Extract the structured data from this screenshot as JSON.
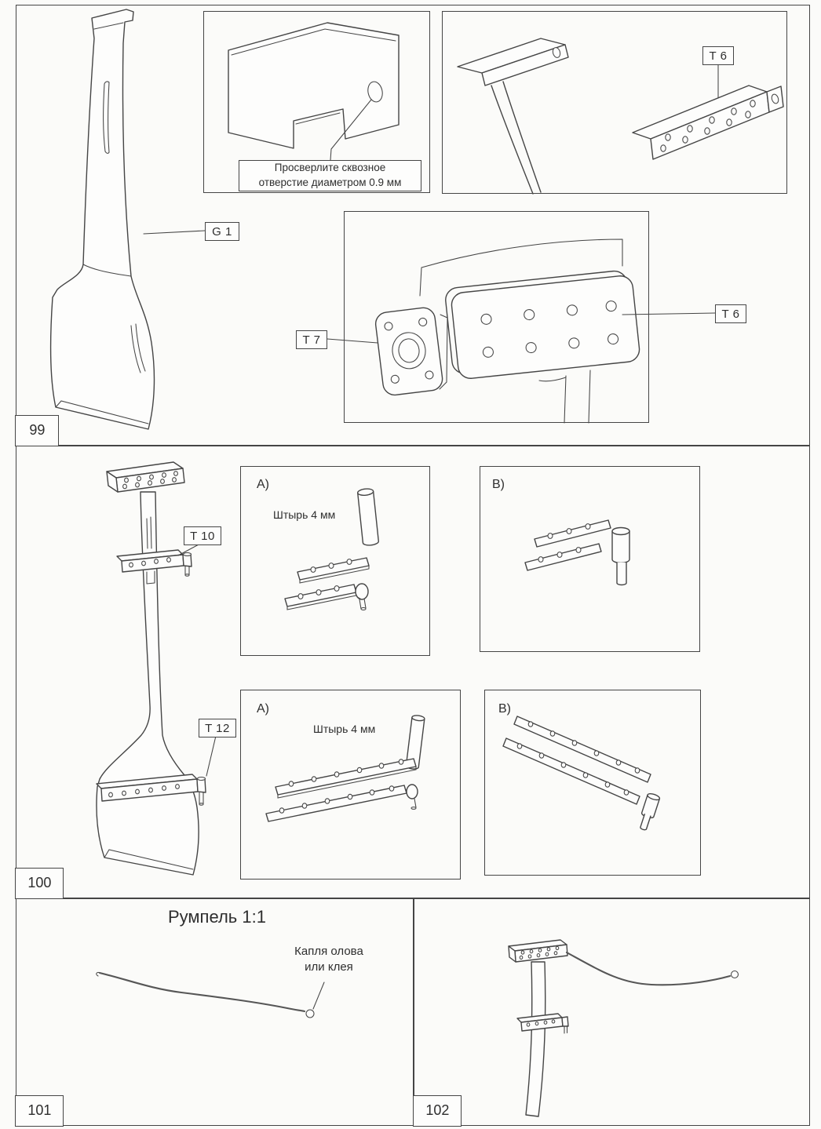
{
  "page": {
    "background": "#fbfbf9",
    "ink": "#454545"
  },
  "panel_99": {
    "number": "99",
    "label_g1": "G 1",
    "label_t6_upper": "T 6",
    "label_t7": "T 7",
    "label_t6_center": "T 6",
    "drill_callout": "Просверлите сквозное\nотверстие диаметром 0.9 мм"
  },
  "panel_100": {
    "number": "100",
    "label_t10": "T 10",
    "label_t12": "T 12",
    "detail_a_top": {
      "tag": "A)",
      "pin_note": "Штырь  4 мм"
    },
    "detail_b_top": {
      "tag": "B)"
    },
    "detail_a_bottom": {
      "tag": "A)",
      "pin_note": "Штырь  4 мм"
    },
    "detail_b_bottom": {
      "tag": "B)"
    }
  },
  "panel_101": {
    "number": "101",
    "title": "Румпель 1:1",
    "solder_note": "Капля олова\nили клея"
  },
  "panel_102": {
    "number": "102"
  }
}
